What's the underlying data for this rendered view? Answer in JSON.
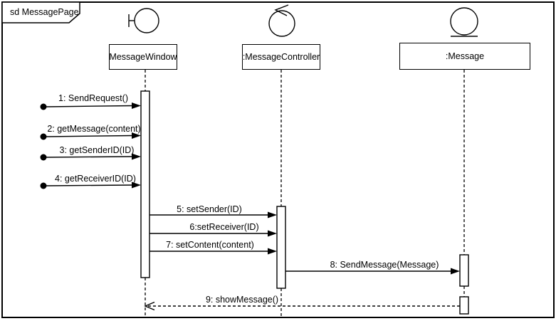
{
  "frame": {
    "title": "sd MessagePage"
  },
  "lifelines": [
    {
      "name": "MessageWindow",
      "icon": "boundary"
    },
    {
      "name": ":MessageController",
      "icon": "control"
    },
    {
      "name": ":Message",
      "icon": "entity"
    }
  ],
  "messages": [
    {
      "label": "1: SendRequest()",
      "type": "found-sync"
    },
    {
      "label": "2: getMessage(content)",
      "type": "found-sync"
    },
    {
      "label": "3: getSenderID(ID)",
      "type": "found-sync"
    },
    {
      "label": "4: getReceiverID(ID)",
      "type": "found-sync"
    },
    {
      "label": "5: setSender(ID)",
      "type": "sync"
    },
    {
      "label": "6:setReceiver(ID)",
      "type": "sync"
    },
    {
      "label": "7: setContent(content)",
      "type": "sync"
    },
    {
      "label": "8: SendMessage(Message)",
      "type": "sync"
    },
    {
      "label": "9: showMessage()",
      "type": "reply-dashed"
    }
  ],
  "colors": {
    "line": "#000000",
    "background": "#ffffff"
  }
}
